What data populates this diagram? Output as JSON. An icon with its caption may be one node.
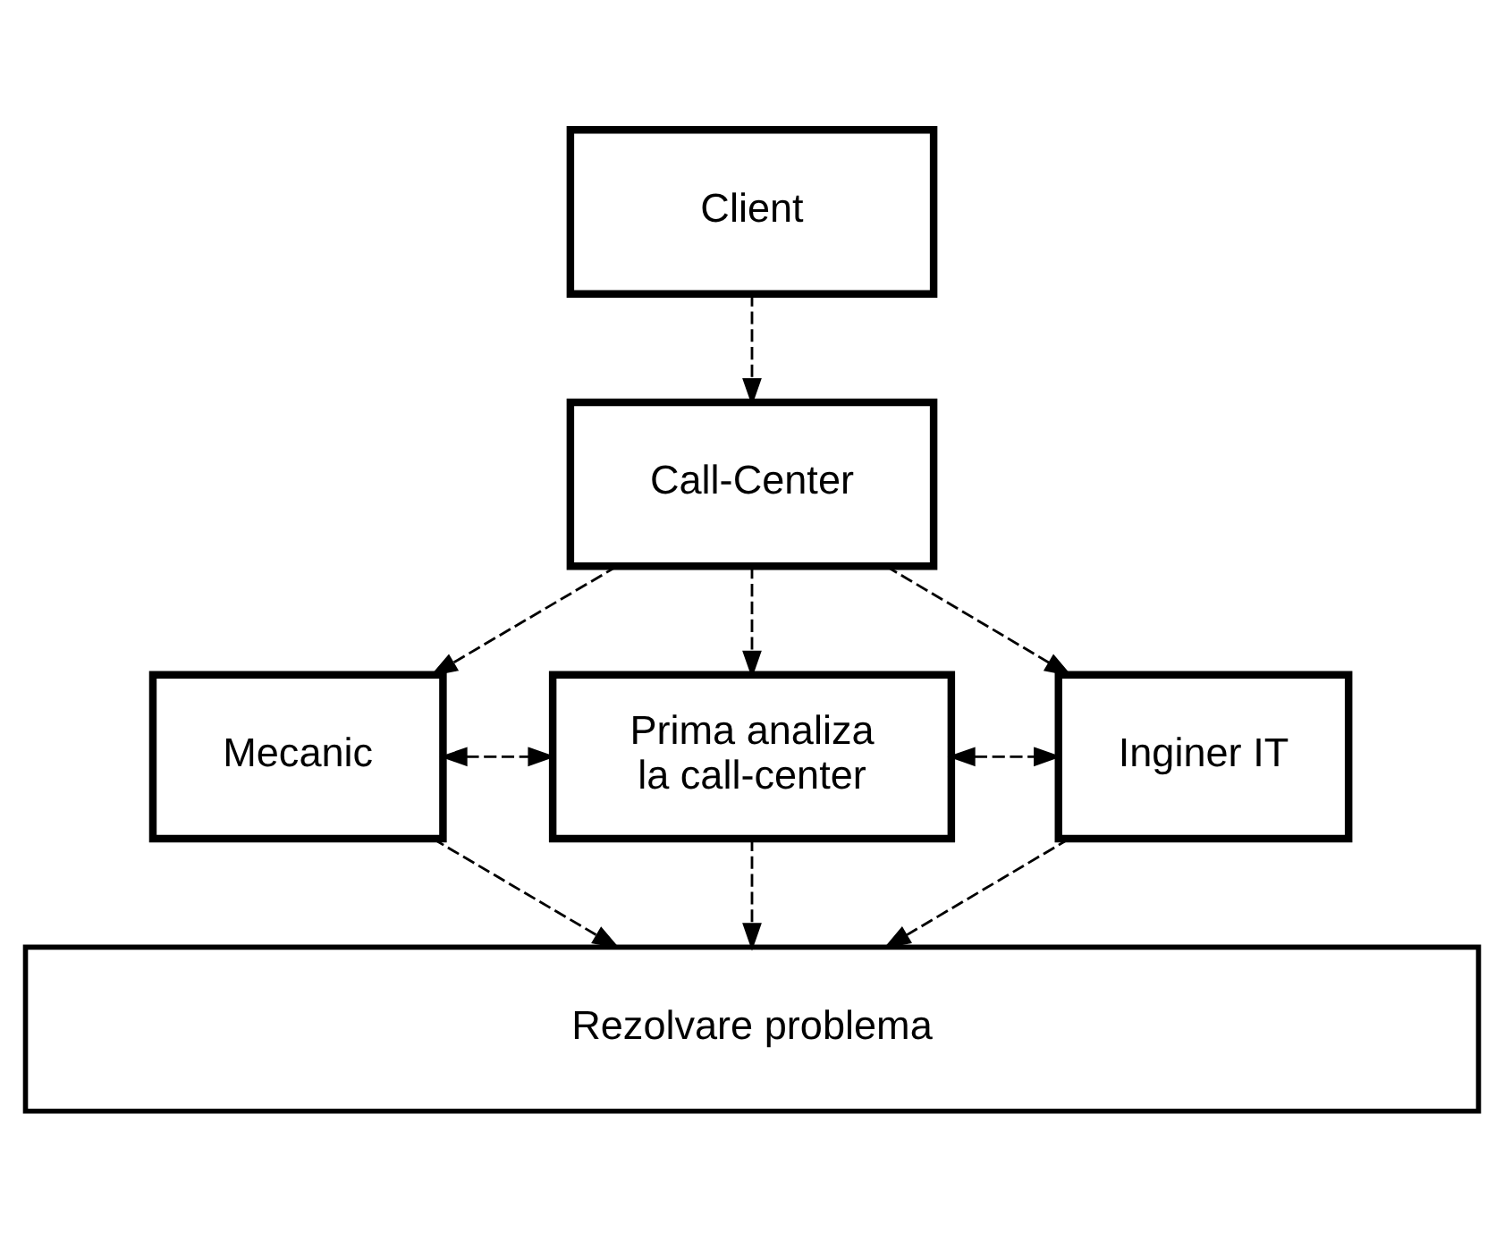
{
  "diagram": {
    "nodes": [
      {
        "text": [
          "Client"
        ]
      },
      {
        "text": [
          "Call-Center"
        ]
      },
      {
        "text": [
          "Mecanic"
        ]
      },
      {
        "text": [
          "Prima analiza la call-center"
        ]
      },
      {
        "text": [
          "Inginer IT"
        ]
      },
      {
        "text": [
          "Rezolvare problema"
        ]
      }
    ],
    "edges": [
      {
        "from": 0,
        "to": 1,
        "arrow": "to",
        "style": "dashed"
      },
      {
        "from": 1,
        "to": 2,
        "arrow": "to",
        "style": "dashed"
      },
      {
        "from": 1,
        "to": 3,
        "arrow": "to",
        "style": "dashed"
      },
      {
        "from": 1,
        "to": 4,
        "arrow": "to",
        "style": "dashed"
      },
      {
        "from": 2,
        "to": 3,
        "arrow": "both",
        "style": "dashed"
      },
      {
        "from": 3,
        "to": 4,
        "arrow": "both",
        "style": "dashed"
      },
      {
        "from": 2,
        "to": 5,
        "arrow": "to",
        "style": "dashed"
      },
      {
        "from": 3,
        "to": 5,
        "arrow": "to",
        "style": "dashed"
      },
      {
        "from": 4,
        "to": 5,
        "arrow": "to",
        "style": "dashed"
      }
    ]
  }
}
